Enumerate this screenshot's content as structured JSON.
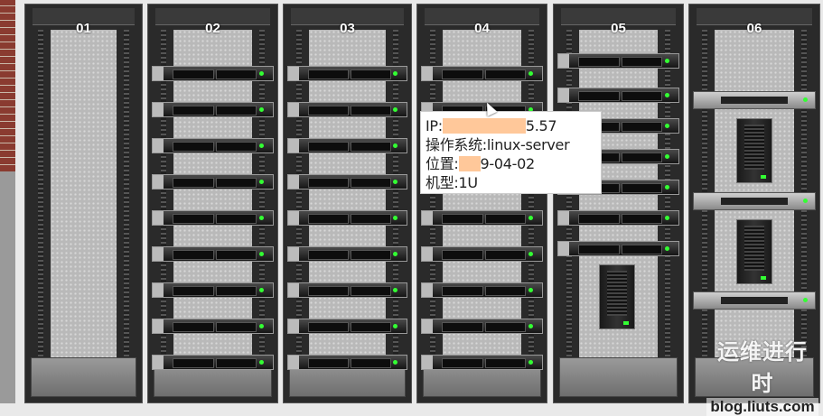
{
  "racks": [
    {
      "label": "01",
      "layout": "empty"
    },
    {
      "label": "02",
      "layout": "1u"
    },
    {
      "label": "03",
      "layout": "1u"
    },
    {
      "label": "04",
      "layout": "1u"
    },
    {
      "label": "05",
      "layout": "mixed"
    },
    {
      "label": "06",
      "layout": "tower"
    }
  ],
  "tooltip": {
    "ip_label": "IP:",
    "ip_suffix": "5.57",
    "os_label": "操作系统:",
    "os_value": "linux-server",
    "location_label": "位置:",
    "location_suffix": "9-04-02",
    "model_label": "机型:",
    "model_value": "1U"
  },
  "watermark": {
    "cn": "运维进行时",
    "en": "blog.liuts.com"
  },
  "colors": {
    "led": "#33ff33",
    "redaction": "#ffc89a"
  }
}
